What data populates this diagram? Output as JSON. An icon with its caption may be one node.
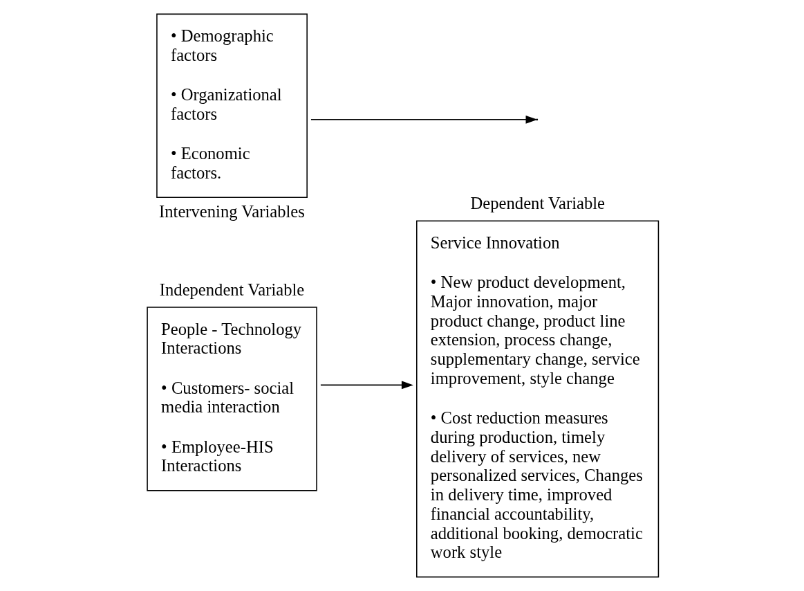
{
  "diagram": {
    "nodes": [
      {
        "text": [
          "People - Technology Interactions",
          "• Customers- social media interaction",
          "• Employee-HIS Interactions"
        ],
        "beside": [
          "Independent Variable"
        ]
      },
      {
        "text": [
          "Service Innovation",
          "• New product development, Major innovation, major product change, product line extension, process change, supplementary change, service improvement, style change",
          "• Cost reduction measures during production, timely delivery of services, new personalized services, Changes in delivery time, improved financial accountability, additional booking, democratic work style"
        ],
        "beside": [
          "Dependent Variable"
        ]
      },
      {
        "text": [
          "• Demographic factors",
          "• Organizational factors",
          "• Economic factors."
        ],
        "beside": [
          "Intervening Variables"
        ]
      }
    ],
    "edges": [
      {
        "from": 0,
        "to": 1,
        "arrow": "to"
      },
      {
        "from": 2,
        "to": null,
        "arrow": "to"
      }
    ]
  }
}
